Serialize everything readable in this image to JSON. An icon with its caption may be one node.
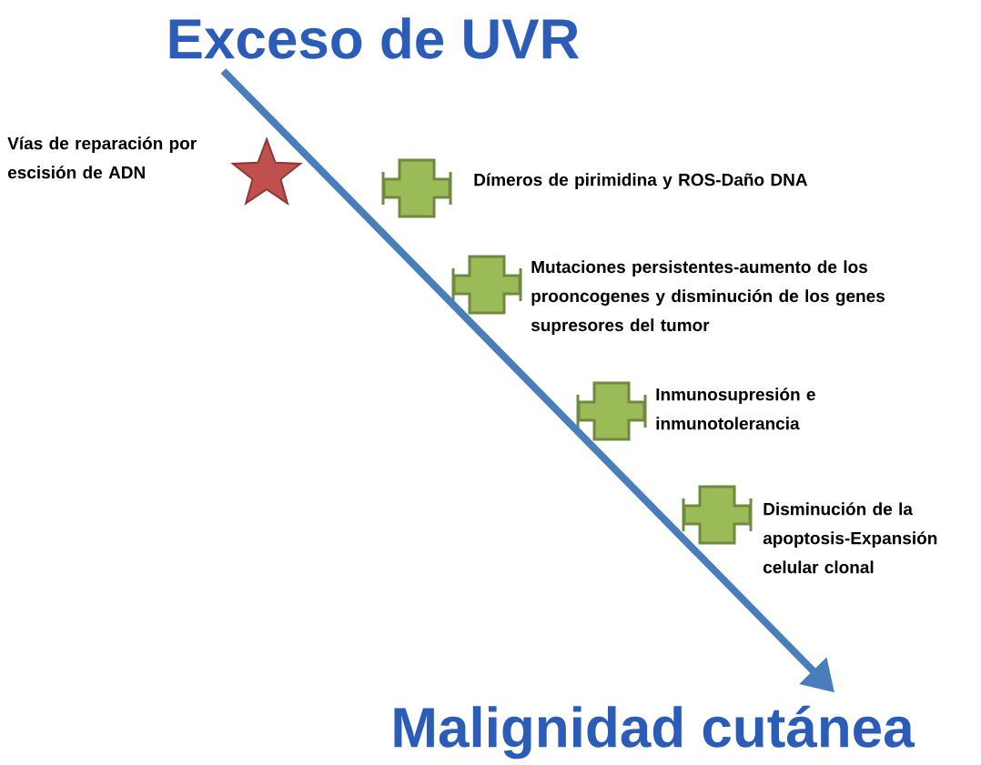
{
  "diagram": {
    "nodes": [
      {
        "text": [
          "Exceso de UVR"
        ]
      },
      {
        "text": [
          "Malignidad cutánea"
        ]
      },
      {
        "text": [],
        "shape": "star",
        "beside": [
          "Vías de reparación por escisión de ADN"
        ]
      },
      {
        "text": [],
        "shape": "cross",
        "beside": [
          "Dímeros de pirimidina y ROS-Daño DNA"
        ]
      },
      {
        "text": [],
        "shape": "cross",
        "beside": [
          "Mutaciones persistentes-aumento de los prooncogenes y disminución de los genes supresores del tumor"
        ]
      },
      {
        "text": [],
        "shape": "cross",
        "beside": [
          "Inmunosupresión e inmunotolerancia"
        ]
      },
      {
        "text": [],
        "shape": "cross",
        "beside": [
          "Disminución de la apoptosis-Expansión celular clonal"
        ]
      }
    ],
    "edges": [
      {
        "from": 0,
        "to": 1,
        "arrow": "to"
      }
    ]
  }
}
